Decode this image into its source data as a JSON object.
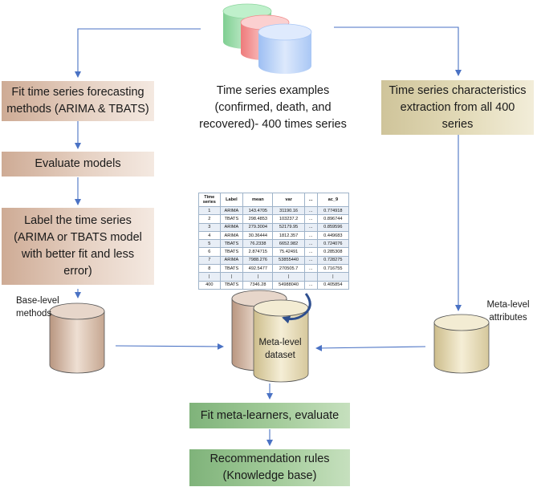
{
  "nodes": {
    "examples": "Time series examples (confirmed, death, and recovered)- 400 times series",
    "fit_methods": "Fit time series forecasting methods (ARIMA & TBATS)",
    "evaluate": "Evaluate models",
    "label_series": "Label the time series (ARIMA or TBATS model with better fit and less error)",
    "characteristics": "Time series characteristics extraction from all 400 series",
    "base_level": "Base-level methods",
    "meta_level_attr": "Meta-level attributes",
    "meta_dataset": "Meta-level dataset",
    "fit_meta": "Fit meta-learners, evaluate",
    "recommendation": "Recommendation rules (Knowledge base)"
  },
  "table": {
    "headers": [
      "Time series",
      "Label",
      "mean",
      "var",
      "...",
      "ac_9"
    ],
    "rows": [
      [
        "1",
        "ARIMA",
        "143.4705",
        "31190.16",
        "...",
        "0.774918"
      ],
      [
        "2",
        "TBATS",
        "298.4853",
        "103237.2",
        "...",
        "0.896744"
      ],
      [
        "3",
        "ARIMA",
        "279.3004",
        "52179.95",
        "...",
        "0.859596"
      ],
      [
        "4",
        "ARIMA",
        "30.36444",
        "1812.357",
        "...",
        "0.449683"
      ],
      [
        "5",
        "TBATS",
        "76.2338",
        "6652.982",
        "...",
        "0.724076"
      ],
      [
        "6",
        "TBATS",
        "2.874715",
        "75.42491",
        "...",
        "0.285308"
      ],
      [
        "7",
        "ARIMA",
        "7988.276",
        "53855440",
        "...",
        "0.728275"
      ],
      [
        "8",
        "TBATS",
        "492.5477",
        "270505.7",
        "...",
        "0.716755"
      ],
      [
        "|",
        "|",
        "|",
        "|",
        "",
        "|"
      ],
      [
        "400",
        "TBATS",
        "7346.28",
        "54988040",
        "...",
        "0.405854"
      ]
    ]
  },
  "colors": {
    "arrow": "#4a72c4",
    "brown_box": "#ceab95",
    "tan_box": "#cfc49a",
    "green_box": "#7fb37a",
    "db_green": "#8fd6a0",
    "db_red": "#f08c8c",
    "db_blue": "#a9c7f5"
  }
}
